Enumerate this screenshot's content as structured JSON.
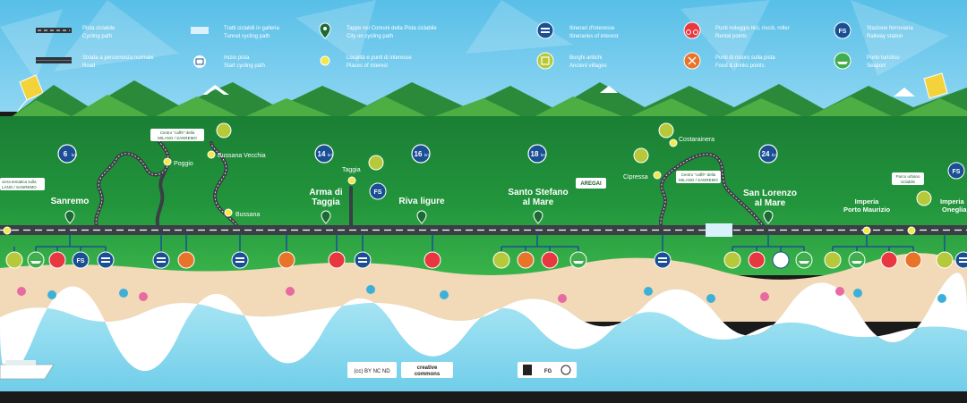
{
  "colors": {
    "sky": "#5fc3ea",
    "sky_light": "#9adcf5",
    "grass": "#1e8f3a",
    "grass_light": "#3cb54a",
    "road": "#3a3f45",
    "beach": "#f2d9b8",
    "sea": "#7fd3ef",
    "foam": "#ffffff",
    "km_badge": "#1a4f94",
    "fs_badge": "#1a4f94",
    "info_badge": "#1a4f94",
    "rental": "#e8373f",
    "food": "#e8742a",
    "village": "#b6c93b",
    "port": "#3fae4c",
    "poi_dot": "#f4e84a"
  },
  "legend": [
    {
      "icon": "cycling-path-icon",
      "line1": "Pista ciclabile",
      "line2": "Cycling path"
    },
    {
      "icon": "road-icon",
      "line1": "Strada a percorrenza normale",
      "line2": "Road"
    },
    {
      "icon": "tunnel-icon",
      "line1": "Tratti ciclabili in galleria",
      "line2": "Tunnel cycling path"
    },
    {
      "icon": "start-icon",
      "line1": "Inizio pista",
      "line2": "Start cycling path"
    },
    {
      "icon": "pin-icon",
      "line1": "Tappe nei Comuni della Pista ciclabile",
      "line2": "City on cycling path"
    },
    {
      "icon": "poi-dot-icon",
      "line1": "Località e punti di interesse",
      "line2": "Places of interest"
    },
    {
      "icon": "itinerary-icon",
      "line1": "Itinerari d'interesse",
      "line2": "Itineraries of interest"
    },
    {
      "icon": "village-icon",
      "line1": "Borghi antichi",
      "line2": "Ancient villages"
    },
    {
      "icon": "bike-rental-icon",
      "line1": "Punti noleggio bici, risciò, roller",
      "line2": "Rental points"
    },
    {
      "icon": "food-icon",
      "line1": "Punti di ristoro sulla pista",
      "line2": "Food & drinks points"
    },
    {
      "icon": "fs-icon",
      "line1": "Stazione ferroviaria",
      "line2": "Railway station"
    },
    {
      "icon": "ship-icon",
      "line1": "Porto turistico",
      "line2": "Seaport"
    }
  ],
  "fs_label": "FS",
  "towns": [
    {
      "name": "Sanremo",
      "sub": ""
    },
    {
      "name": "Arma di",
      "sub": "Taggia"
    },
    {
      "name": "Riva ligure",
      "sub": ""
    },
    {
      "name": "Santo Stefano",
      "sub": "al Mare"
    },
    {
      "name": "San Lorenzo",
      "sub": "al Mare"
    },
    {
      "name": "Imperia",
      "sub": "Porto Maurizio"
    },
    {
      "name": "Imperia",
      "sub": "Oneglia"
    }
  ],
  "km": [
    {
      "value": "6",
      "unit": "km"
    },
    {
      "value": "14",
      "unit": "km"
    },
    {
      "value": "16",
      "unit": "km"
    },
    {
      "value": "18",
      "unit": "km"
    },
    {
      "value": "24",
      "unit": "km"
    }
  ],
  "places": [
    {
      "name": "Poggio"
    },
    {
      "name": "Bussana Vecchia"
    },
    {
      "name": "Bussana"
    },
    {
      "name": "Taggia"
    },
    {
      "name": "Cipressa"
    },
    {
      "name": "Costarainera"
    }
  ],
  "callouts": [
    {
      "line1": "Centro \"caffè\" della",
      "line2": "MILANO / SANREMO"
    },
    {
      "line1": "Centro \"caffè\" della",
      "line2": "MILANO / SANREMO"
    },
    {
      "line1": "AREGAI",
      "line2": ""
    },
    {
      "line1": "Parco urbano",
      "line2": "ciclabile"
    },
    {
      "line1": "ciera tematica sulla",
      "line2": "LANO / SANREMO"
    }
  ],
  "footer": {
    "license_logo": "(cc) BY NC ND",
    "creative": "creative",
    "commons": "commons",
    "logo2": "FG"
  }
}
